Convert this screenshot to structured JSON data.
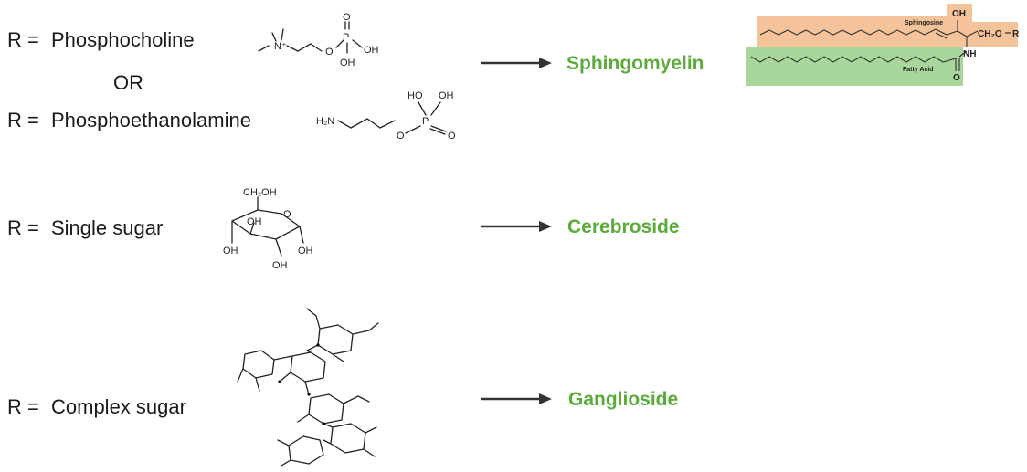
{
  "rows": [
    {
      "r_label": "R =",
      "name": "Phosphocholine"
    },
    {
      "separator": "OR"
    },
    {
      "r_label": "R =",
      "name": "Phosphoethanolamine"
    },
    {
      "r_label": "R =",
      "name": "Single sugar"
    },
    {
      "r_label": "R =",
      "name": "Complex sugar"
    }
  ],
  "results": [
    "Sphingomyelin",
    "Cerebroside",
    "Ganglioside"
  ],
  "colors": {
    "result_green": "#5aab3a",
    "arrow": "#333333",
    "sphingosine_box": "#f5c39a",
    "fatty_acid_box": "#a9d69b"
  },
  "sphingomyelin_structure": {
    "sphingosine_label": "Sphingosine",
    "fatty_acid_label": "Fatty Acid",
    "oh": "OH",
    "ch2o": "CH₂O",
    "r": "R",
    "nh": "NH",
    "o": "O"
  },
  "phosphocholine_structure": {
    "n_plus": "N⁺",
    "o1": "O",
    "o2": "O",
    "p": "P",
    "oh1": "OH",
    "oh2": "OH"
  },
  "phosphoethanolamine_structure": {
    "h2n": "H₂N",
    "o1": "O",
    "o2": "O",
    "p": "P",
    "oh1": "HO",
    "oh2": "OH"
  },
  "glucose_structure": {
    "ch2oh": "CH₂OH",
    "o": "O",
    "oh1": "OH",
    "oh2": "OH",
    "oh3": "OH",
    "oh4": "OH"
  }
}
